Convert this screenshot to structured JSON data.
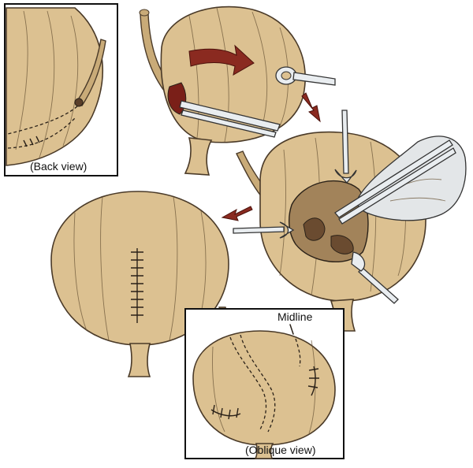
{
  "labels": {
    "back_view": "(Back view)",
    "midline": "Midline",
    "oblique_view": "(Oblique view)"
  }
}
